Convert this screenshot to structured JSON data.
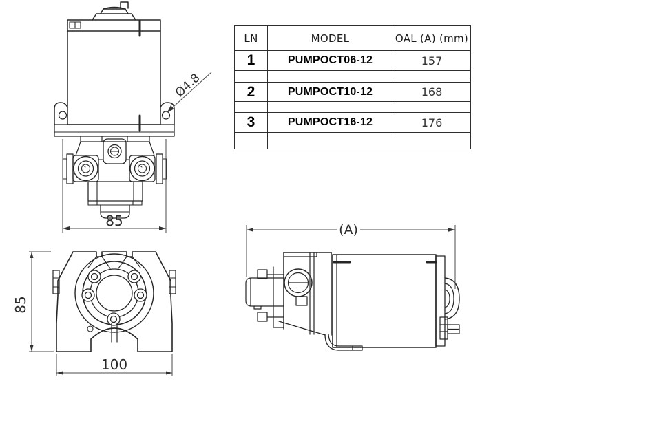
{
  "table": {
    "headers": {
      "ln": "LN",
      "model": "MODEL",
      "oal": "OAL (A) (mm)"
    },
    "rows": [
      {
        "ln": "1",
        "model": "PUMPOCT06-12",
        "oal": "157"
      },
      {
        "ln": "2",
        "model": "PUMPOCT10-12",
        "oal": "168"
      },
      {
        "ln": "3",
        "model": "PUMPOCT16-12",
        "oal": "176"
      }
    ]
  },
  "dimensions": {
    "top_view": {
      "width": "85",
      "hole_diameter": "Ø4.8"
    },
    "front_view": {
      "height": "85",
      "width": "100"
    },
    "side_view": {
      "overall_length": "(A)"
    }
  },
  "colors": {
    "line": "#262626",
    "dim_line": "#4a4a4a",
    "background": "#ffffff"
  }
}
